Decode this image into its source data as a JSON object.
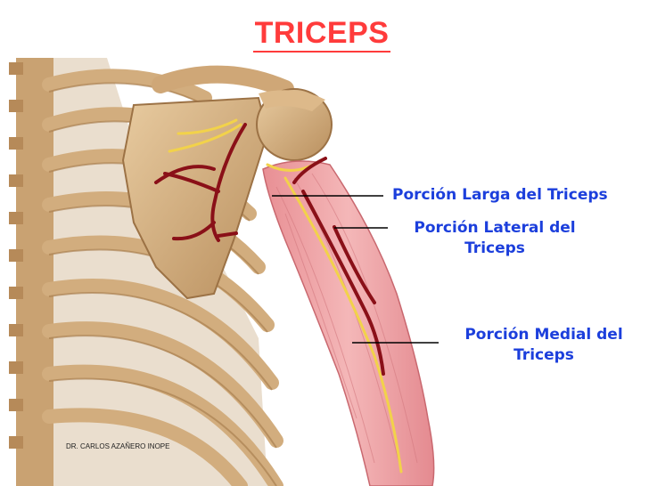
{
  "title": "TRICEPS",
  "labels": {
    "larga": "Porción Larga del Triceps",
    "lateral_line1": "Porción Lateral del",
    "lateral_line2": "Triceps",
    "medial_line1": "Porción Medial del",
    "medial_line2": "Triceps"
  },
  "credit": "DR. CARLOS AZAÑERO INOPE",
  "colors": {
    "title": "#ff3b3b",
    "labels": "#1c3fdc",
    "bone": "#d2ad7e",
    "muscle": "#e9a0a3",
    "artery": "#8a1018",
    "nerve": "#f2d24a"
  }
}
